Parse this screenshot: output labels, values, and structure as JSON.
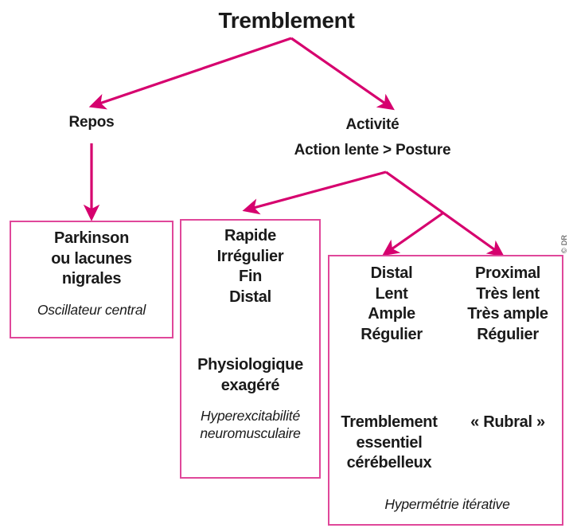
{
  "diagram": {
    "title": "Tremblement",
    "credit": "© DR",
    "colors": {
      "arrow": "#d6006e",
      "box_border": "#e0479a",
      "text": "#1a1a1a",
      "background": "#ffffff"
    },
    "branches": {
      "rest": {
        "label": "Repos"
      },
      "activity": {
        "label": "Activité",
        "sublabel": "Action lente > Posture"
      }
    },
    "boxes": {
      "parkinson": {
        "lines": [
          "Parkinson",
          "ou lacunes",
          "nigrales"
        ],
        "caption": "Oscillateur central"
      },
      "physiological": {
        "criteria": [
          "Rapide",
          "Irrégulier",
          "Fin",
          "Distal"
        ],
        "result": [
          "Physiologique",
          "exagéré"
        ],
        "caption_lines": [
          "Hyperexcitabilité",
          "neuromusculaire"
        ]
      },
      "cerebellar_rubral": {
        "columns": [
          {
            "criteria": [
              "Distal",
              "Lent",
              "Ample",
              "Régulier"
            ],
            "result": [
              "Tremblement",
              "essentiel",
              "cérébelleux"
            ]
          },
          {
            "criteria": [
              "Proximal",
              "Très lent",
              "Très ample",
              "Régulier"
            ],
            "result": [
              "« Rubral »"
            ]
          }
        ],
        "caption": "Hypermétrie itérative"
      }
    }
  }
}
